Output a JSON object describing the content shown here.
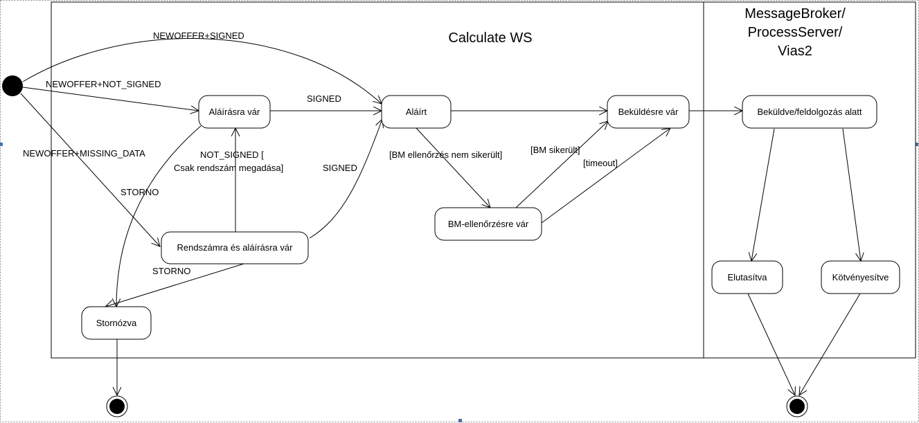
{
  "panels": {
    "left_title": "Calculate WS",
    "right_title_lines": [
      "MessageBroker/",
      "ProcessServer/",
      "Vias2"
    ]
  },
  "states": {
    "alairasra_var": "Aláírásra vár",
    "alairt": "Aláírt",
    "bekuldesre_var": "Beküldésre vár",
    "bekuldve": "Beküldve/feldolgozás alatt",
    "bm_ellenorzesre_var": "BM-ellenőrzésre vár",
    "rendszamra": "Rendszámra és aláírásra vár",
    "stornozva": "Stornózva",
    "elutasitva": "Elutasítva",
    "kotvenyesitve": "Kötvényesítve"
  },
  "transitions": {
    "newoffer_signed": "NEWOFFER+SIGNED",
    "newoffer_not_signed": "NEWOFFER+NOT_SIGNED",
    "newoffer_missing_data": "NEWOFFER+MISSING_DATA",
    "signed_top": "SIGNED",
    "signed_lower": "SIGNED",
    "not_signed_line1": "NOT_SIGNED [",
    "not_signed_line2": "Csak rendszám megadása]",
    "storno_upper": "STORNO",
    "storno_lower": "STORNO",
    "bm_fail": "[BM ellenőrzés nem sikerült]",
    "bm_success": "[BM sikerült]",
    "timeout": "[timeout]"
  }
}
